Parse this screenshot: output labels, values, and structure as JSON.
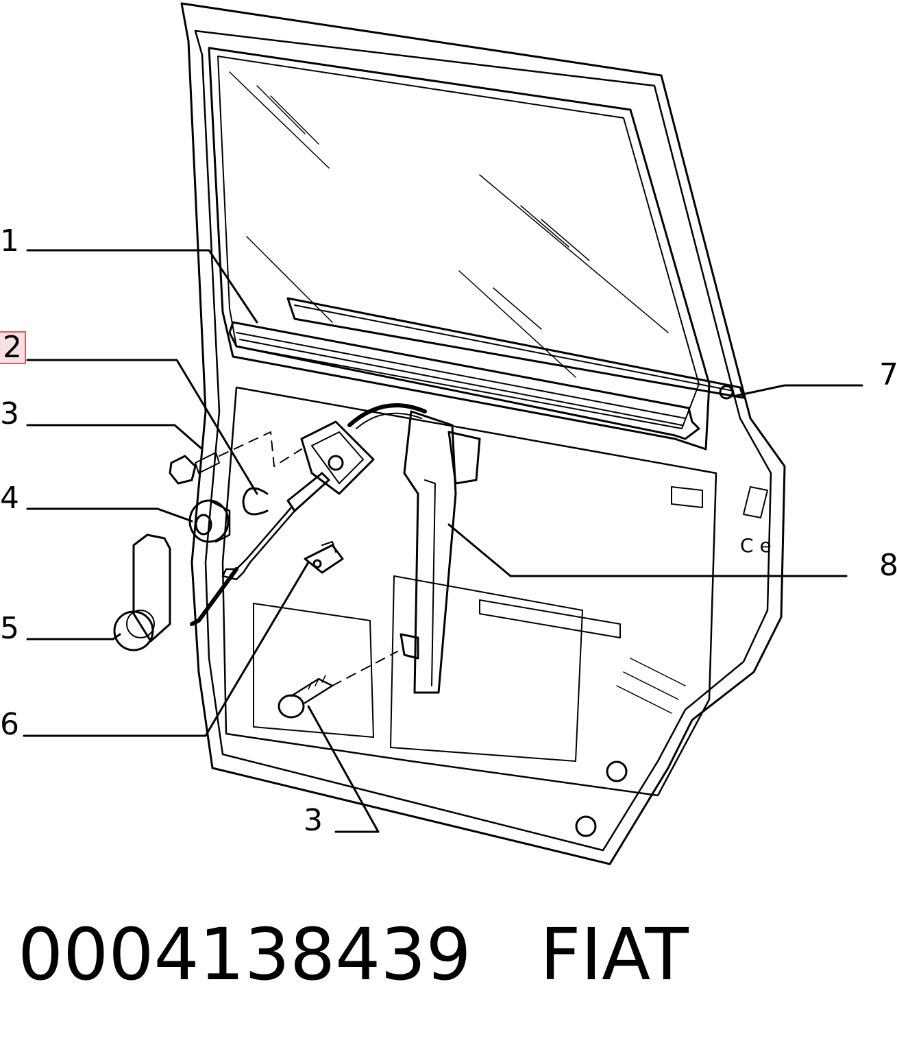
{
  "callouts": {
    "c1": "1",
    "c2": "2",
    "c3a": "3",
    "c4": "4",
    "c5": "5",
    "c6": "6",
    "c3b": "3",
    "c7": "7",
    "c8": "8"
  },
  "caption": {
    "part_number": "0004138439",
    "brand": "FIAT"
  },
  "colors": {
    "line": "#000000",
    "highlight": "#e05a5a"
  }
}
